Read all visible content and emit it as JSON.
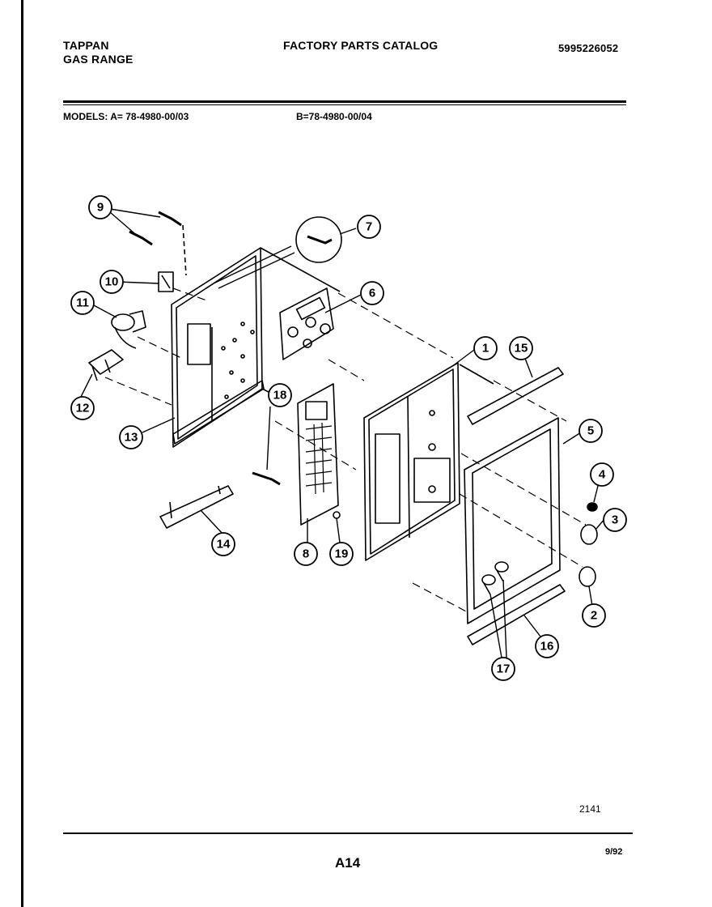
{
  "header": {
    "brand": "TAPPAN",
    "product": "GAS RANGE",
    "catalog_title": "FACTORY PARTS CATALOG",
    "catalog_number": "5995226052"
  },
  "models": {
    "label_a": "MODELS:  A= 78-4980-00/03",
    "label_b": "B=78-4980-00/04"
  },
  "callouts": [
    "1",
    "2",
    "3",
    "4",
    "5",
    "6",
    "7",
    "8",
    "9",
    "10",
    "11",
    "12",
    "13",
    "14",
    "15",
    "16",
    "17",
    "18",
    "19"
  ],
  "footer": {
    "figure_number": "2141",
    "page_number": "A14",
    "date": "9/92"
  }
}
